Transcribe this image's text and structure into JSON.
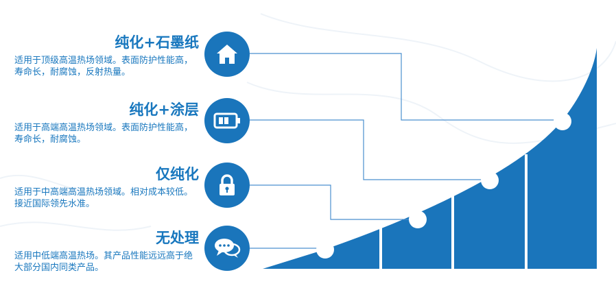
{
  "tiers": [
    {
      "title": "纯化+石墨纸",
      "desc": "适用于顶级高温热场领域。表面防护性能高，寿命长，耐腐蚀，反射热量。",
      "icon": "home-icon"
    },
    {
      "title": "纯化+涂层",
      "desc": "适用于高端高温热场领域。表面防护性能高，寿命长，耐腐蚀。",
      "icon": "battery-icon"
    },
    {
      "title": "仅纯化",
      "desc": "适用于中高端高温热场领域。相对成本较低。接近国际领先水准。",
      "icon": "lock-icon"
    },
    {
      "title": "无处理",
      "desc": "适用中低端高温热场。其产品性能远远高于绝大部分国内同类产品。",
      "icon": "chat-bubbles-icon"
    }
  ],
  "colors": {
    "accent": "#1a75bb",
    "line": "#4a8fcf"
  }
}
